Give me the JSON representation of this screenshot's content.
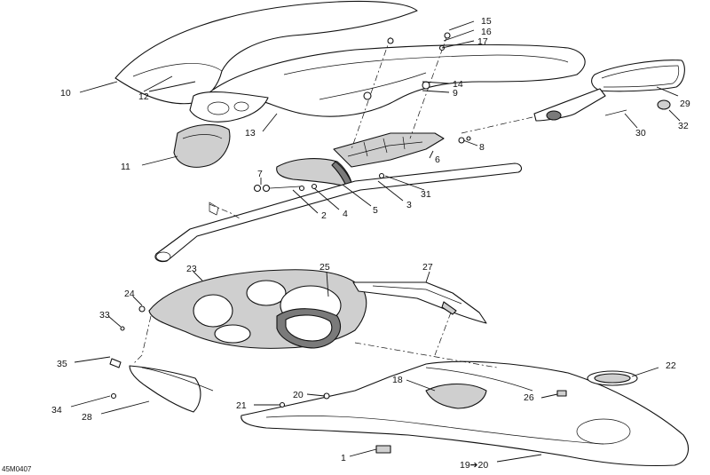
{
  "diagram_ref": "45M0407",
  "callouts": [
    {
      "id": "c1",
      "label": "1"
    },
    {
      "id": "c2",
      "label": "2"
    },
    {
      "id": "c3",
      "label": "3"
    },
    {
      "id": "c4",
      "label": "4"
    },
    {
      "id": "c5",
      "label": "5"
    },
    {
      "id": "c6",
      "label": "6"
    },
    {
      "id": "c7",
      "label": "7"
    },
    {
      "id": "c8",
      "label": "8"
    },
    {
      "id": "c9",
      "label": "9"
    },
    {
      "id": "c10",
      "label": "10"
    },
    {
      "id": "c11",
      "label": "11"
    },
    {
      "id": "c12",
      "label": "12"
    },
    {
      "id": "c13",
      "label": "13"
    },
    {
      "id": "c14",
      "label": "14"
    },
    {
      "id": "c15",
      "label": "15"
    },
    {
      "id": "c16",
      "label": "16"
    },
    {
      "id": "c17",
      "label": "17"
    },
    {
      "id": "c18",
      "label": "18"
    },
    {
      "id": "c19",
      "label": "19➔20"
    },
    {
      "id": "c20",
      "label": "20"
    },
    {
      "id": "c21",
      "label": "21"
    },
    {
      "id": "c22",
      "label": "22"
    },
    {
      "id": "c23",
      "label": "23"
    },
    {
      "id": "c24",
      "label": "24"
    },
    {
      "id": "c25",
      "label": "25"
    },
    {
      "id": "c26",
      "label": "26"
    },
    {
      "id": "c27",
      "label": "27"
    },
    {
      "id": "c28",
      "label": "28"
    },
    {
      "id": "c29",
      "label": "29"
    },
    {
      "id": "c30",
      "label": "30"
    },
    {
      "id": "c31",
      "label": "31"
    },
    {
      "id": "c32",
      "label": "32"
    },
    {
      "id": "c33",
      "label": "33"
    },
    {
      "id": "c34",
      "label": "34"
    },
    {
      "id": "c35",
      "label": "35"
    }
  ]
}
